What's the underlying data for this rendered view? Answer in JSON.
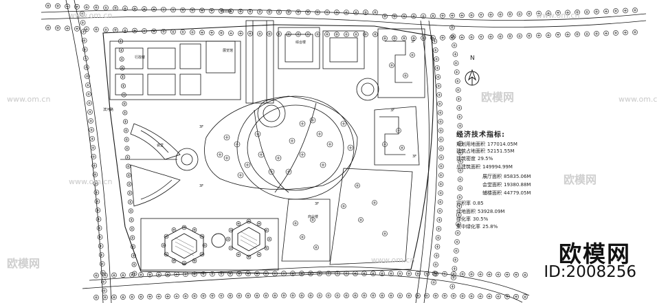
{
  "legend": {
    "title": "经济技术指标:",
    "rows": [
      {
        "label": "规划用地面积",
        "value": "177014.05M"
      },
      {
        "label": "建筑占地面积",
        "value": "52151.55M"
      },
      {
        "label": "建筑密度",
        "value": "29.5%"
      },
      {
        "label": "总建筑面积",
        "value": "149994.99M"
      },
      {
        "label": "展厅面积",
        "value": "85835.06M"
      },
      {
        "label": "会堂面积",
        "value": "19380.88M"
      },
      {
        "label": "辅楼面积",
        "value": "44779.05M"
      },
      {
        "label": "容积率",
        "value": "0.85"
      },
      {
        "label": "绿地面积",
        "value": "53928.09M"
      },
      {
        "label": "绿化率",
        "value": "30.5%"
      },
      {
        "label": "集中绿化率",
        "value": "25.8%"
      }
    ]
  },
  "north_label": "N",
  "brand": {
    "name": "欧模网",
    "id": "ID:2008256"
  },
  "watermarks": {
    "url": "www.om.cn",
    "logo": "欧模网"
  },
  "plan_labels": {
    "floors_3f": "3F",
    "building_a": "行政楼",
    "building_b": "展览馆",
    "building_c": "综合楼",
    "building_d": "会堂",
    "building_e": "商业楼",
    "road_1": "规划路",
    "road_2": "滨河路"
  },
  "colors": {
    "ink": "#111111",
    "paper": "#ffffff",
    "watermark": "#c9c9c9"
  }
}
